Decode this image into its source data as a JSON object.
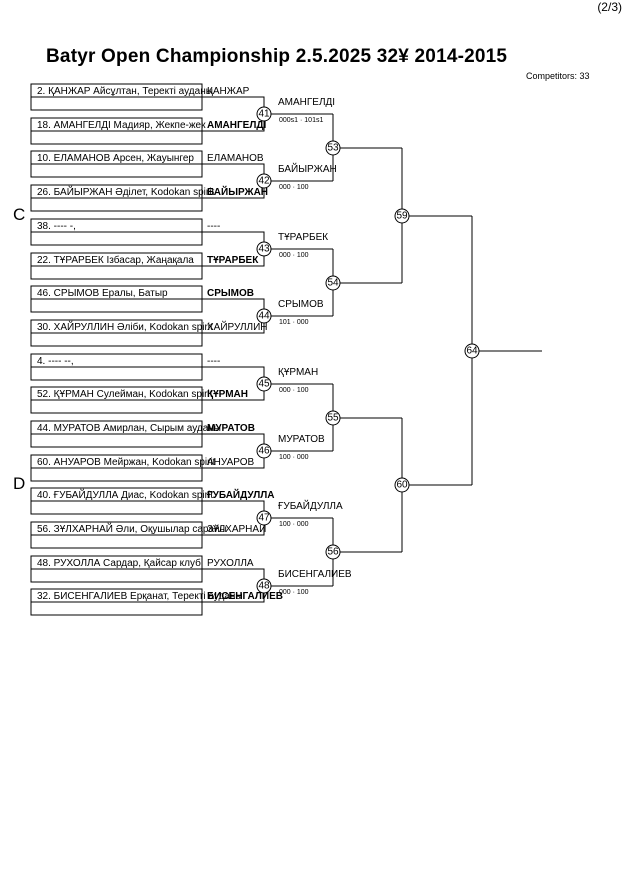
{
  "page": "(2/3)",
  "title": "Batyr Open Championship  2.5.2025     32¥ 2014-2015",
  "competitors": "Competitors: 33",
  "pools": [
    "C",
    "D"
  ],
  "entries": [
    "2. ҚАНЖАР Айсұлтан, Теректі ауданы",
    "18. АМАНГЕЛДІ Мадияр, Жекпе-жек",
    "10. ЕЛАМАНОВ Арсен, Жауынгер",
    "26. БАЙЫРЖАН Әділет, Kodokan spirit",
    "38. ---- -,",
    "22. ТҰРАРБЕК Ізбасар, Жаңақала",
    "46. СРЫМОВ Ералы, Батыр",
    "30. ХАЙРУЛЛИН Әліби, Kodokan spirit",
    "4. ---- --,",
    "52. ҚҰРМАН Сулейман, Kodokan spirit",
    "44. МУРАТОВ Амирлан, Сырым ауданы",
    "60. АНУАРОВ Мейржан, Kodokan spirit",
    "40. ҒУБАЙДУЛЛА Диас, Kodokan spirit",
    "56. ЗҰЛХАРНАЙ Әли, Оқушылар сарайы",
    "48. РУХОЛЛА Сардар, Қайсар клуб",
    "32. БИСЕНГАЛИЕВ Ерқанат, Теректі ауданы"
  ],
  "first_round_names": [
    "ҚАНЖАР",
    "АМАНГЕЛДІ",
    "ЕЛАМАНОВ",
    "БАЙЫРЖАН",
    "----",
    "ТҰРАРБЕК",
    "СРЫМОВ",
    "ХАЙРУЛЛИН",
    "----",
    "ҚҰРМАН",
    "МУРАТОВ",
    "АНУАРОВ",
    "ҒУБАЙДУЛЛА",
    "ЗҰЛХАРНАЙ",
    "РУХОЛЛА",
    "БИСЕНГАЛИЕВ"
  ],
  "first_round_winners": [
    1,
    3,
    5,
    6,
    9,
    10,
    12,
    15
  ],
  "matches_r1": [
    {
      "num": "41",
      "winner": "АМАНГЕЛДІ",
      "score": "000s1 · 101s1"
    },
    {
      "num": "42",
      "winner": "БАЙЫРЖАН",
      "score": "000 · 100"
    },
    {
      "num": "43",
      "winner": "ТҰРАРБЕК",
      "score": "000 · 100"
    },
    {
      "num": "44",
      "winner": "СРЫМОВ",
      "score": "101 · 000"
    },
    {
      "num": "45",
      "winner": "ҚҰРМАН",
      "score": "000 · 100"
    },
    {
      "num": "46",
      "winner": "МУРАТОВ",
      "score": "100 · 000"
    },
    {
      "num": "47",
      "winner": "ҒУБАЙДУЛЛА",
      "score": "100 · 000"
    },
    {
      "num": "48",
      "winner": "БИСЕНГАЛИЕВ",
      "score": "000 · 100"
    }
  ],
  "matches_r2": [
    "53",
    "54",
    "55",
    "56"
  ],
  "matches_r3": [
    "59",
    "60"
  ],
  "final": "64"
}
